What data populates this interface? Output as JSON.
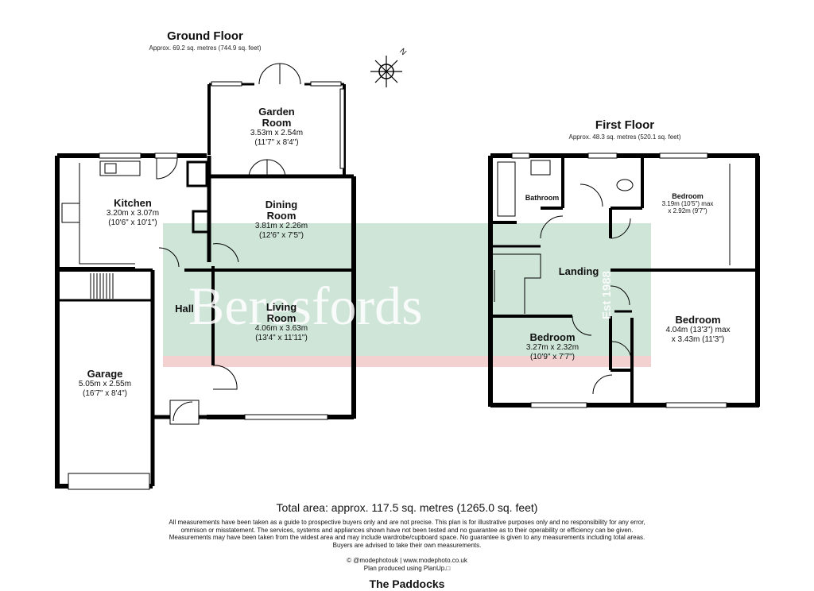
{
  "ground_floor": {
    "title": "Ground Floor",
    "area": "Approx. 69.2 sq. metres (744.9 sq. feet)"
  },
  "first_floor": {
    "title": "First Floor",
    "area": "Approx. 48.3 sq. metres (520.1 sq. feet)"
  },
  "rooms": {
    "garden_room": {
      "name_line1": "Garden",
      "name_line2": "Room",
      "dim_metric": "3.53m x 2.54m",
      "dim_imperial": "(11'7\" x 8'4\")"
    },
    "kitchen": {
      "name": "Kitchen",
      "dim_metric": "3.20m x 3.07m",
      "dim_imperial": "(10'6\" x 10'1\")"
    },
    "dining_room": {
      "name_line1": "Dining",
      "name_line2": "Room",
      "dim_metric": "3.81m x 2.26m",
      "dim_imperial": "(12'6\" x 7'5\")"
    },
    "hall": {
      "name": "Hall"
    },
    "living_room": {
      "name_line1": "Living",
      "name_line2": "Room",
      "dim_metric": "4.06m x 3.63m",
      "dim_imperial": "(13'4\" x 11'11\")"
    },
    "garage": {
      "name": "Garage",
      "dim_metric": "5.05m x 2.55m",
      "dim_imperial": "(16'7\" x 8'4\")"
    },
    "bathroom": {
      "name": "Bathroom"
    },
    "bedroom_small": {
      "name": "Bedroom",
      "dim_line1": "3.19m (10'5\") max",
      "dim_line2": "x 2.92m (9'7\")"
    },
    "landing": {
      "name": "Landing"
    },
    "bedroom_large": {
      "name": "Bedroom",
      "dim_line1": "4.04m (13'3\") max",
      "dim_line2": "x 3.43m (11'3\")"
    },
    "bedroom_mid": {
      "name": "Bedroom",
      "dim_metric": "3.27m x 2.32m",
      "dim_imperial": "(10'9\" x 7'7\")"
    }
  },
  "watermark": {
    "brand": "Beresfords",
    "est": "Est 1988"
  },
  "compass": {
    "label": "N"
  },
  "total_area": "Total area: approx. 117.5 sq. metres (1265.0 sq. feet)",
  "disclaimer": [
    "All measurements have been taken as a guide to prospective buyers only and are not precise. This plan is for illustrative purposes only and no responsibility for any error,",
    "ommison or misstatement. The services, systems and appliances shown have not been tested and no guarantee as to their operability or efficiency can be given.",
    "Measurements may have been taken from the widest area and may include wardrobe/cupboard space. No guarantee is given to any measurements including total areas.",
    "Buyers are advised to take their own measurements."
  ],
  "credits": {
    "line1": "© @modephotouk | www.modephoto.co.uk",
    "line2": "Plan produced using PlanUp.□"
  },
  "property_name": "The Paddocks",
  "colors": {
    "wall": "#000000",
    "watermark_bg": "#b9d9c7",
    "watermark_stripe": "#f3c7c7"
  }
}
